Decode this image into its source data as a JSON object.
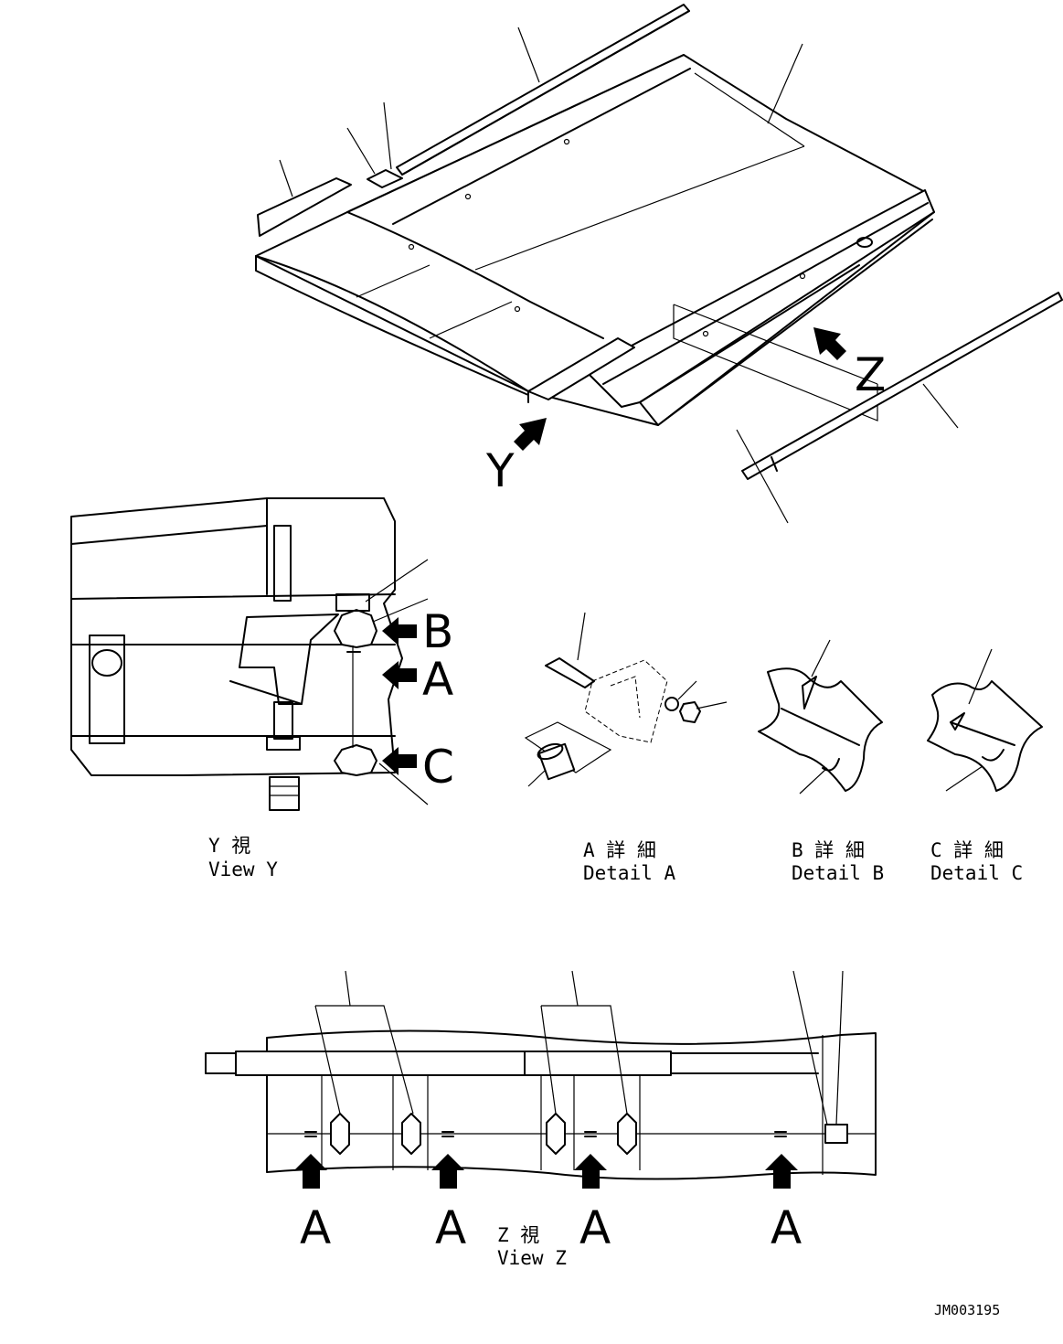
{
  "view_markers": {
    "z": "Z",
    "y": "Y"
  },
  "view_y_arrows": {
    "b": "B",
    "a": "A",
    "c": "C"
  },
  "view_z_arrows": [
    "A",
    "A",
    "A",
    "A"
  ],
  "captions": {
    "view_y": {
      "jp": "Y  視",
      "en": "View Y"
    },
    "detail_a": {
      "jp": "A 詳 細",
      "en": "Detail A"
    },
    "detail_b": {
      "jp": "B 詳 細",
      "en": "Detail B"
    },
    "detail_c": {
      "jp": "C 詳 細",
      "en": "Detail C"
    },
    "view_z": {
      "jp": "Z  視",
      "en": "View Z"
    }
  },
  "drawing_code": "JM003195"
}
